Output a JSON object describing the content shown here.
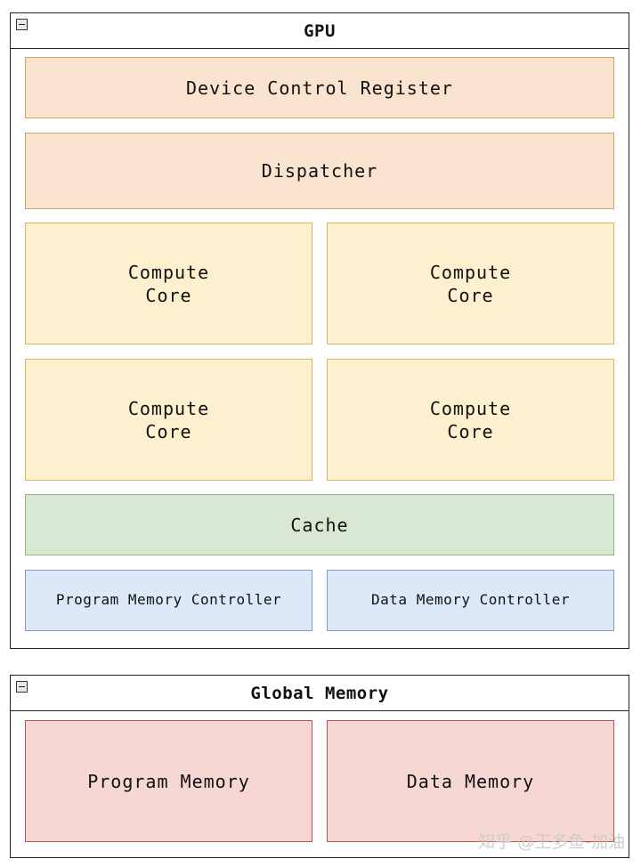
{
  "gpu": {
    "title": "GPU",
    "device_control_register": "Device Control Register",
    "dispatcher": "Dispatcher",
    "compute_cores": [
      "Compute\nCore",
      "Compute\nCore",
      "Compute\nCore",
      "Compute\nCore"
    ],
    "cache": "Cache",
    "program_memory_controller": "Program Memory Controller",
    "data_memory_controller": "Data Memory Controller"
  },
  "global_memory": {
    "title": "Global Memory",
    "program_memory": "Program Memory",
    "data_memory": "Data Memory"
  },
  "watermark": "知乎 @王多鱼-加油",
  "colors": {
    "orange_fill": "#fae3cf",
    "yellow_fill": "#fdf0cf",
    "green_fill": "#d9e7d5",
    "blue_fill": "#dde8f8",
    "red_fill": "#f6d7d3"
  }
}
